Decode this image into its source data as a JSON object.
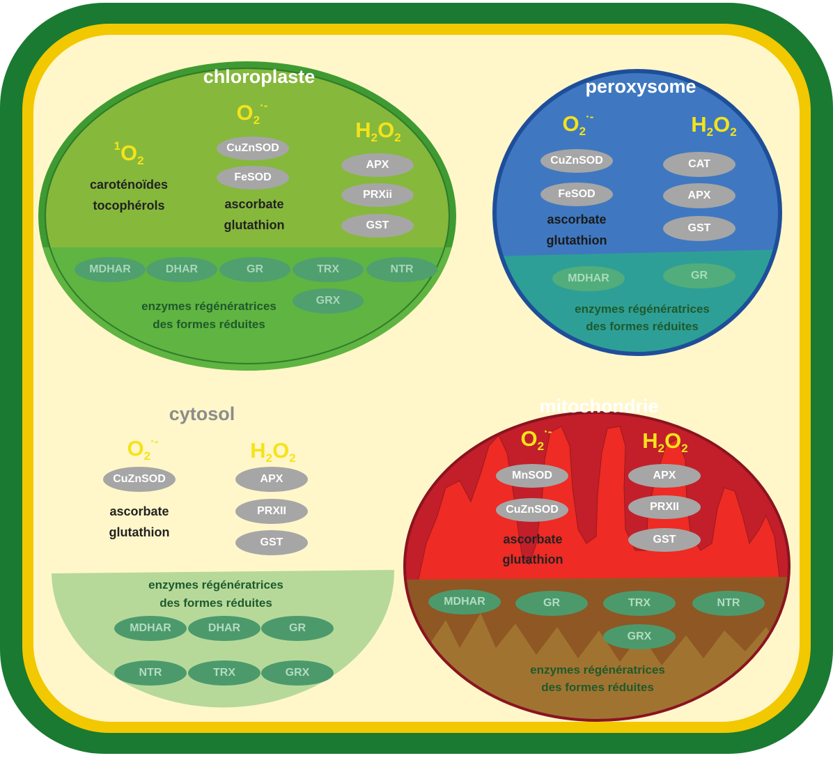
{
  "compartments": {
    "chloroplast": {
      "title": "chloroplaste",
      "singlet_oxygen": {
        "sup": "1",
        "main": "O",
        "sub": "2"
      },
      "superoxide": {
        "main": "O",
        "sub": "2",
        "sup": "·-"
      },
      "peroxide": {
        "h": "H",
        "sub1": "2",
        "o": "O",
        "sub2": "2"
      },
      "singlet_text_1": "caroténoïdes",
      "singlet_text_2": "tocophérols",
      "superoxide_enzymes": [
        "CuZnSOD",
        "FeSOD"
      ],
      "superoxide_text_1": "ascorbate",
      "superoxide_text_2": "glutathion",
      "peroxide_enzymes": [
        "APX",
        "PRXii",
        "GST"
      ],
      "regen_enzymes": [
        "MDHAR",
        "DHAR",
        "GR",
        "TRX",
        "NTR",
        "GRX"
      ],
      "regen_label_1": "enzymes régénératrices",
      "regen_label_2": "des formes réduites"
    },
    "peroxysome": {
      "title": "peroxysome",
      "superoxide": {
        "main": "O",
        "sub": "2",
        "sup": "·-"
      },
      "peroxide": {
        "h": "H",
        "sub1": "2",
        "o": "O",
        "sub2": "2"
      },
      "superoxide_enzymes": [
        "CuZnSOD",
        "FeSOD"
      ],
      "superoxide_text_1": "ascorbate",
      "superoxide_text_2": "glutathion",
      "peroxide_enzymes": [
        "CAT",
        "APX",
        "GST"
      ],
      "regen_enzymes": [
        "MDHAR",
        "GR"
      ],
      "regen_label_1": "enzymes régénératrices",
      "regen_label_2": "des formes réduites"
    },
    "cytosol": {
      "title": "cytosol",
      "superoxide": {
        "main": "O",
        "sub": "2",
        "sup": "·-"
      },
      "peroxide": {
        "h": "H",
        "sub1": "2",
        "o": "O",
        "sub2": "2"
      },
      "superoxide_enzymes": [
        "CuZnSOD"
      ],
      "superoxide_text_1": "ascorbate",
      "superoxide_text_2": "glutathion",
      "peroxide_enzymes": [
        "APX",
        "PRXII",
        "GST"
      ],
      "regen_enzymes": [
        "MDHAR",
        "DHAR",
        "GR",
        "NTR",
        "TRX",
        "GRX"
      ],
      "regen_label_1": "enzymes régénératrices",
      "regen_label_2": "des formes réduites"
    },
    "mitochondrie": {
      "title": "mitochondrie",
      "superoxide": {
        "main": "O",
        "sub": "2",
        "sup": "·-"
      },
      "peroxide": {
        "h": "H",
        "sub1": "2",
        "o": "O",
        "sub2": "2"
      },
      "superoxide_enzymes": [
        "MnSOD",
        "CuZnSOD"
      ],
      "superoxide_text_1": "ascorbate",
      "superoxide_text_2": "glutathion",
      "peroxide_enzymes": [
        "APX",
        "PRXII",
        "GST"
      ],
      "regen_enzymes": [
        "MDHAR",
        "GR",
        "TRX",
        "NTR",
        "GRX"
      ],
      "regen_label_1": "enzymes régénératrices",
      "regen_label_2": "des formes réduites"
    }
  },
  "colors": {
    "cell_wall": "#1a7a32",
    "cell_membrane": "#f2c800",
    "cytoplasm": "#fff7c9",
    "chloroplast_fill": "#86b83c",
    "chloroplast_outer": "#3f9a32",
    "peroxysome_fill": "#3f78c0",
    "peroxysome_border": "#1e4e9a",
    "mitochondria_outer": "#c21f2b",
    "mitochondria_cristae": "#ee2b24",
    "ros_yellow": "#f4e31b"
  }
}
